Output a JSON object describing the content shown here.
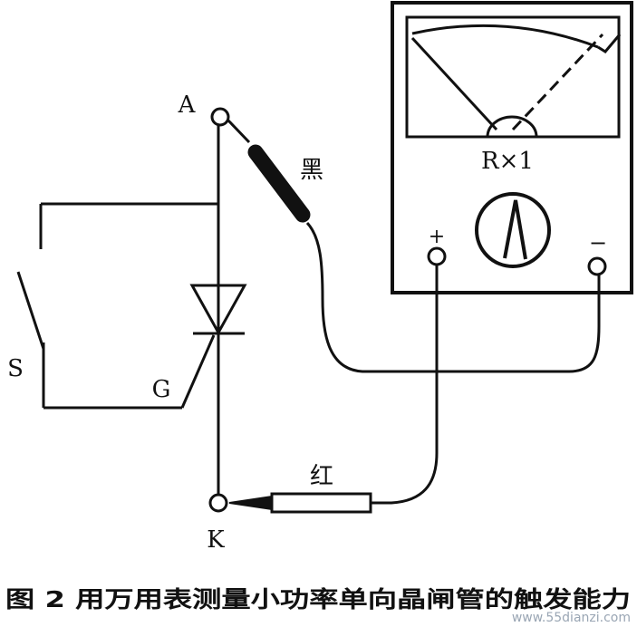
{
  "labels": {
    "anode": "A",
    "cathode": "K",
    "gate": "G",
    "switch": "S",
    "black_probe": "黑",
    "red_probe": "红",
    "range": "R×1",
    "plus": "+",
    "minus": "−"
  },
  "caption": "图 2  用万用表测量小功率单向晶闸管的触发能力",
  "watermark": "www.55dianzi.com"
}
